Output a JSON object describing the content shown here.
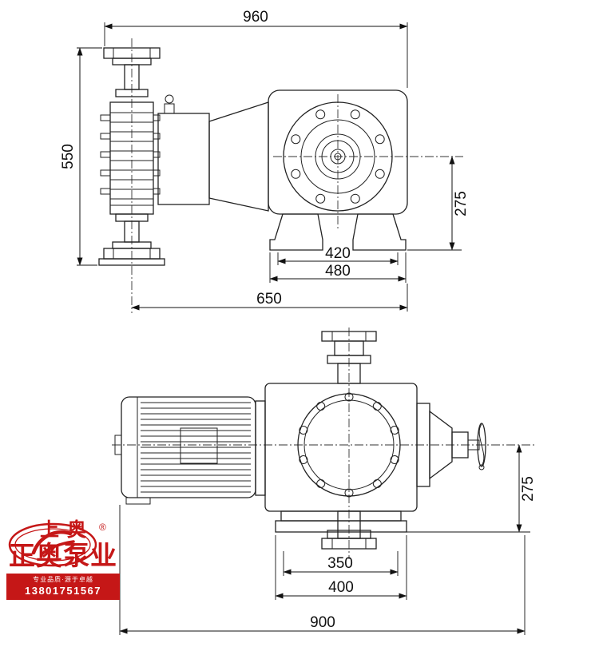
{
  "dims_front": {
    "w960": "960",
    "h550": "550",
    "v275": "275",
    "b420": "420",
    "b480": "480",
    "l650": "650"
  },
  "dims_plan": {
    "v275": "275",
    "b350": "350",
    "b400": "400",
    "l900": "900"
  },
  "logo": {
    "registered": "®",
    "brand_small": "上奥",
    "brand_large": "正奥泵业",
    "tagline": "专业品质·源于卓越",
    "phone": "13801751567",
    "accent_color": "#c51717"
  }
}
